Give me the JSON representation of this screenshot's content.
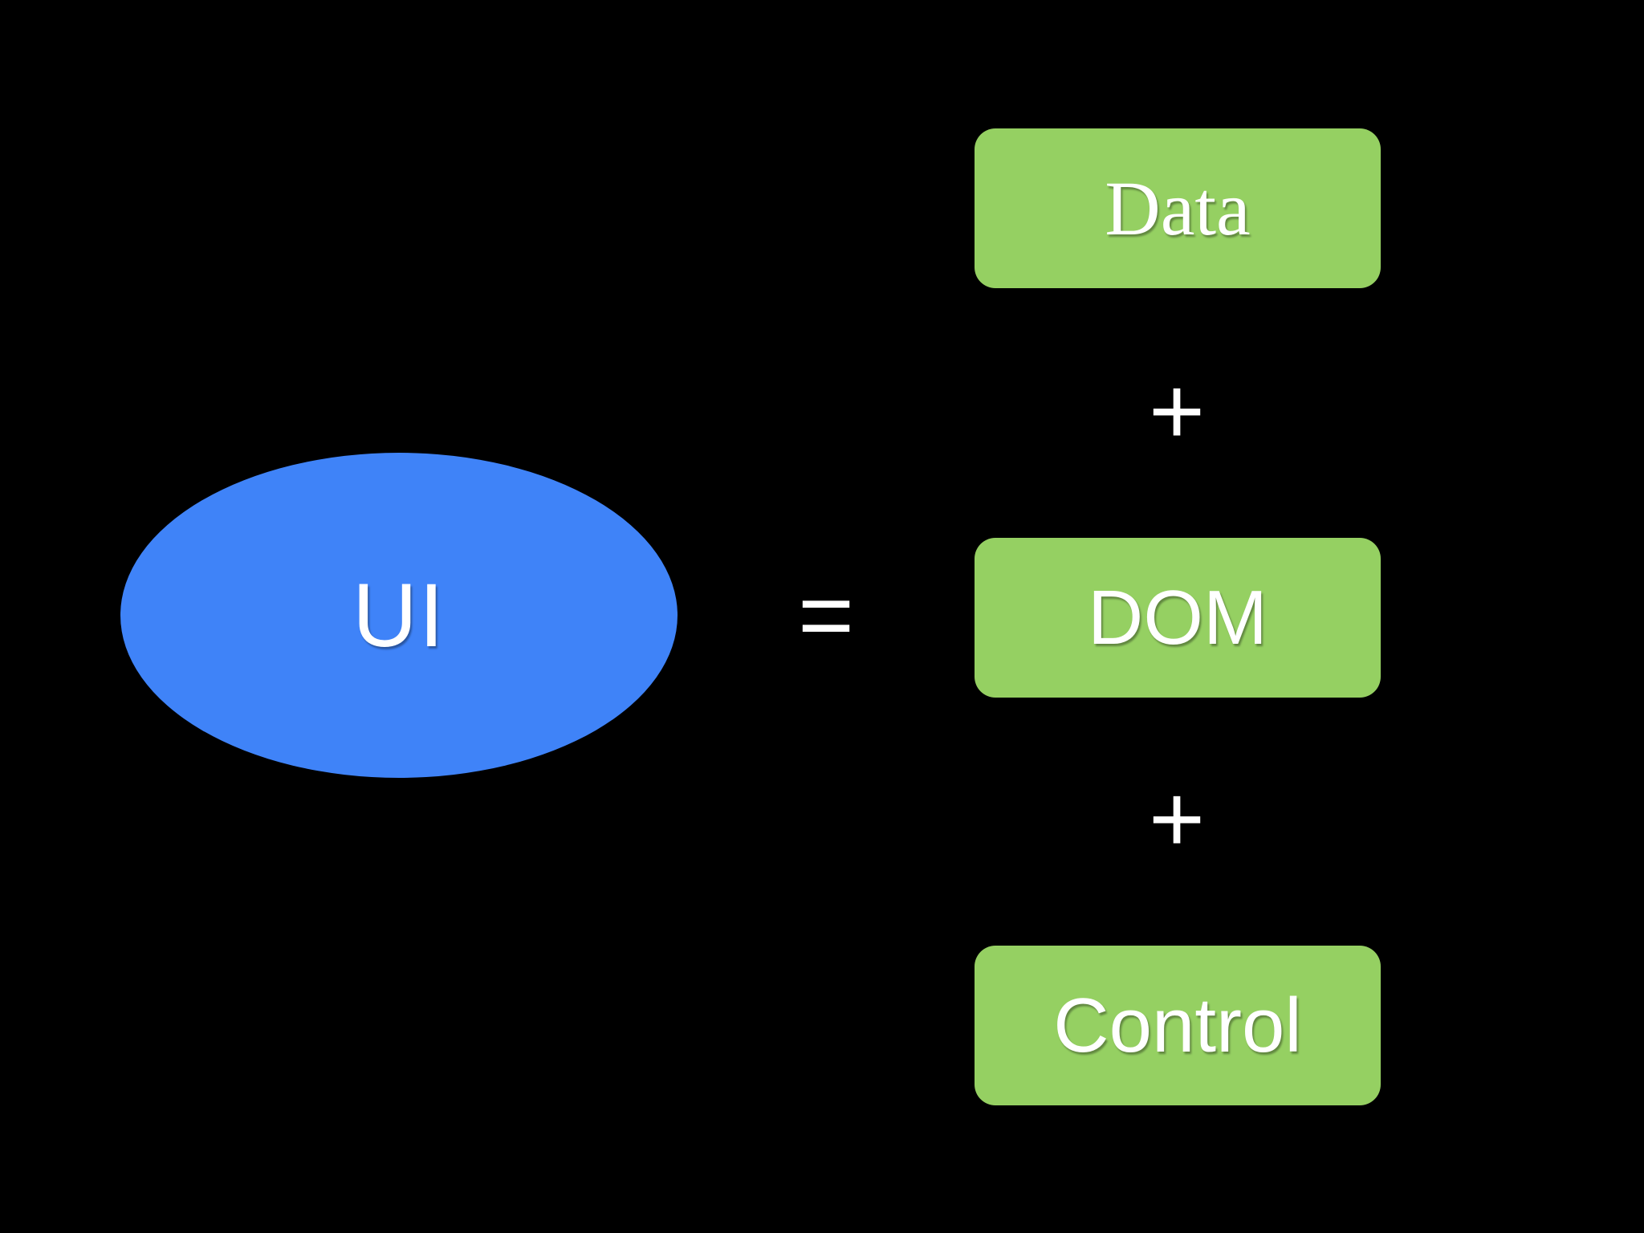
{
  "diagram": {
    "ui_node": {
      "label": "UI"
    },
    "equals_operator": "=",
    "components": [
      {
        "label": "Data"
      },
      {
        "label": "DOM"
      },
      {
        "label": "Control"
      }
    ],
    "plus_operators": [
      "+",
      "+"
    ]
  },
  "colors": {
    "background": "#000000",
    "ui_node_fill": "#3f83f8",
    "component_fill": "#95d062",
    "text": "#ffffff"
  }
}
